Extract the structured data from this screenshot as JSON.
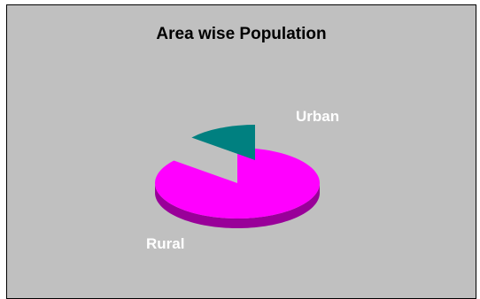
{
  "chart_data": {
    "type": "pie",
    "title": "Area wise Population",
    "style": "3d-exploded",
    "legend": "none",
    "start_angle_deg": -90,
    "slices": [
      {
        "label": "Rural",
        "value": 86,
        "color": "#ff00ff",
        "side_color": "#990099",
        "exploded": false
      },
      {
        "label": "Urban",
        "value": 14,
        "color": "#008080",
        "side_color": "#004d4d",
        "exploded": true
      }
    ]
  },
  "colors": {
    "plot_background": "#c0c0c0",
    "border": "#000000",
    "label_text": "#ffffff"
  }
}
